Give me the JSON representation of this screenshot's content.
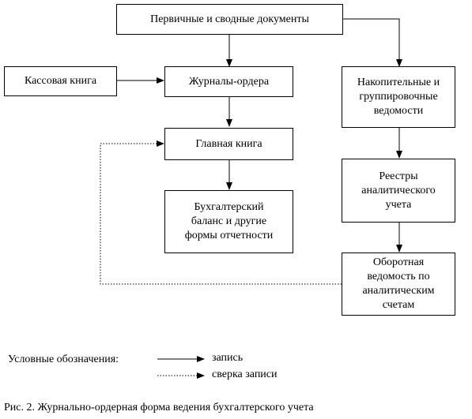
{
  "nodes": {
    "primary_docs": "Первичные и сводные документы",
    "cash_book": "Кассовая книга",
    "journal_orders": "Журналы-ордера",
    "general_ledger": "Главная книга",
    "balance": "Бухгалтерский\nбаланс и другие\nформы отчетности",
    "accumulative": "Накопительные и\nгруппировочные\nведомости",
    "registers": "Реестры\nаналитического\nучета",
    "turnover": "Оборотная\nведомость по\nаналитическим\nсчетам"
  },
  "legend": {
    "title": "Условные обозначения:",
    "record": "запись",
    "check": "сверка записи"
  },
  "caption": "Рис. 2. Журнально-ордерная форма ведения бухгалтерского учета"
}
